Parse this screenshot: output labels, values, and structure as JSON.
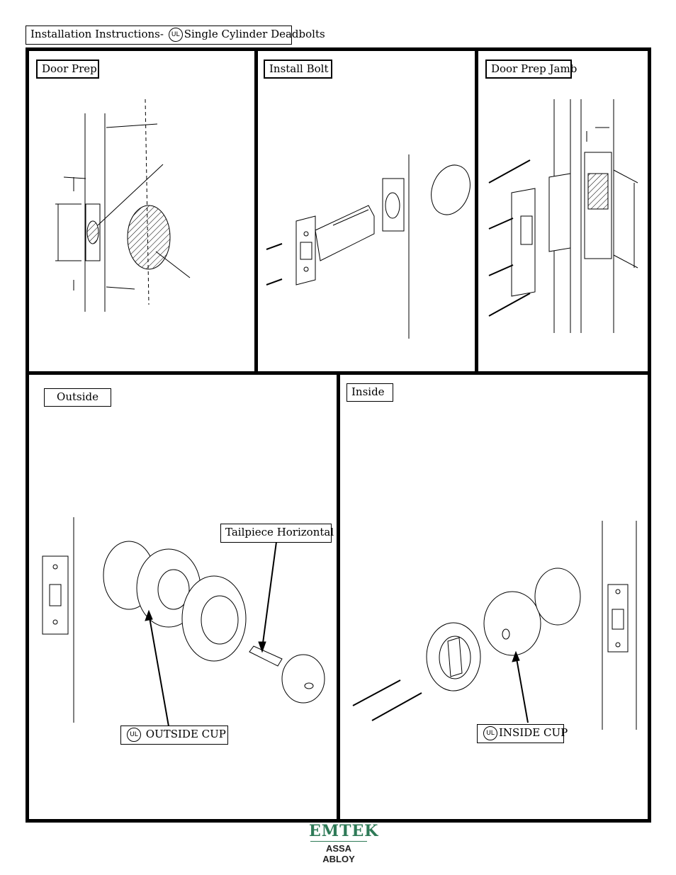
{
  "header": {
    "title_prefix": "Installation Instructions-",
    "ul_symbol": "UL",
    "title_suffix": "Single Cylinder Deadbolts"
  },
  "panels": {
    "door_prep": "Door Prep",
    "install_bolt": "Install Bolt",
    "door_prep_jamb": "Door Prep Jamb",
    "outside": "Outside",
    "inside": "Inside"
  },
  "callouts": {
    "tailpiece": "Tailpiece Horizontal",
    "outside_cup": "OUTSIDE CUP",
    "inside_cup": "INSIDE CUP",
    "ul_symbol": "UL"
  },
  "brand": {
    "name": "EMTEK",
    "parent": "ASSA ABLOY",
    "name_color": "#2e7a57"
  }
}
